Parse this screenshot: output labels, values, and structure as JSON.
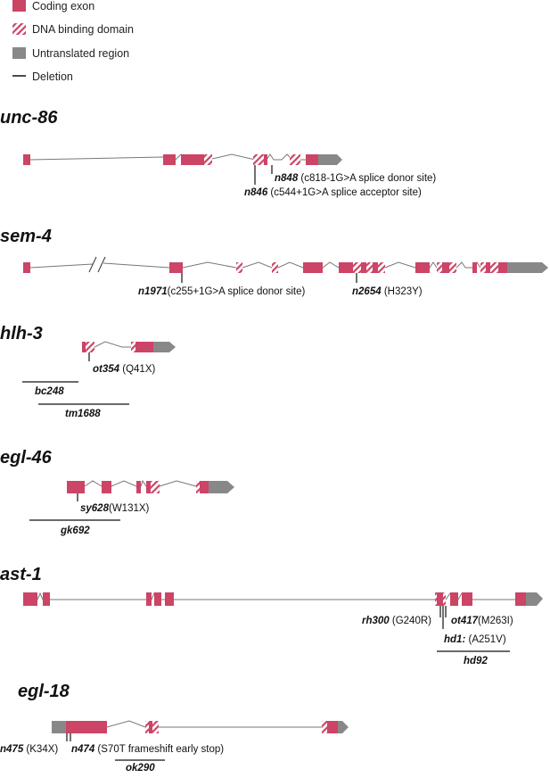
{
  "colors": {
    "exon": "#cc4466",
    "utr": "#888888",
    "intron": "#777777",
    "line": "#111111"
  },
  "legend": {
    "coding_exon": "Coding exon",
    "dna_binding": "DNA binding domain",
    "utr": "Untranslated region",
    "deletion": "Deletion"
  },
  "genes": [
    {
      "name": "unc-86",
      "mutations": [
        {
          "allele": "n848",
          "desc": "(c818-1G>A splice donor site)"
        },
        {
          "allele": "n846",
          "desc": "(c544+1G>A splice acceptor site)"
        }
      ]
    },
    {
      "name": "sem-4",
      "mutations": [
        {
          "allele": "n1971",
          "desc": "(c255+1G>A splice donor site)"
        },
        {
          "allele": "n2654",
          "desc": "(H323Y)"
        }
      ]
    },
    {
      "name": "hlh-3",
      "mutations": [
        {
          "allele": "ot354",
          "desc": "(Q41X)"
        }
      ],
      "deletions": [
        "bc248",
        "tm1688"
      ]
    },
    {
      "name": "egl-46",
      "mutations": [
        {
          "allele": "sy628",
          "desc": "(W131X)"
        }
      ],
      "deletions": [
        "gk692"
      ]
    },
    {
      "name": "ast-1",
      "mutations": [
        {
          "allele": "rh300",
          "desc": "(G240R)"
        },
        {
          "allele": "ot417",
          "desc": "(M263I)"
        },
        {
          "allele": "hd1:",
          "desc": "(A251V)"
        }
      ],
      "deletions": [
        "hd92"
      ]
    },
    {
      "name": "egl-18",
      "mutations": [
        {
          "allele": "n475",
          "desc": "(K34X)"
        },
        {
          "allele": "n474",
          "desc": "(S70T frameshift early stop)"
        }
      ],
      "deletions": [
        "ok290"
      ]
    }
  ]
}
